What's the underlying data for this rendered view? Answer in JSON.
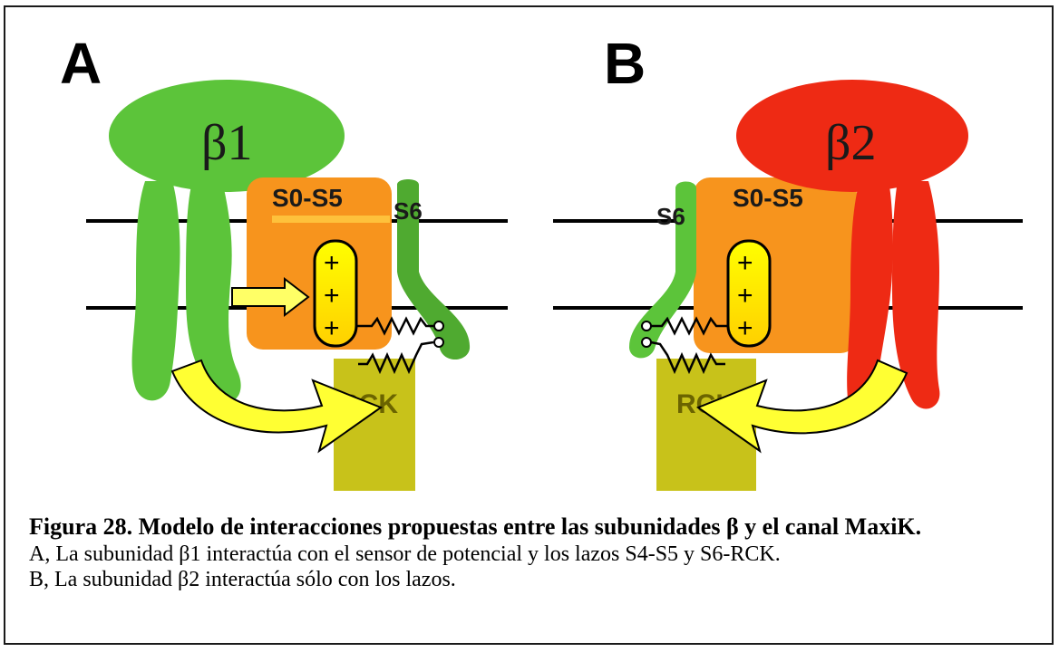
{
  "panels": [
    {
      "letter": "A",
      "beta_label": "β1",
      "s0s5_label": "S0-S5",
      "s6_label": "S6",
      "rck_label": "RCK",
      "charges": [
        "+",
        "+",
        "+"
      ],
      "colors": {
        "beta": "#5cc43a",
        "s6": "#4faa30",
        "domain": "#f7941d",
        "rck": "#c8c21a",
        "arrow": "#ffff33"
      }
    },
    {
      "letter": "B",
      "beta_label": "β2",
      "s0s5_label": "S0-S5",
      "s6_label": "S6",
      "rck_label": "RCK",
      "charges": [
        "+",
        "+",
        "+"
      ],
      "colors": {
        "beta": "#ee2a14",
        "s6": "#5cc43a",
        "domain": "#f7941d",
        "rck": "#c8c21a",
        "arrow": "#ffff33"
      }
    }
  ],
  "caption": {
    "title": "Figura 28. Modelo de interacciones propuestas entre las subunidades β y el canal MaxiK.",
    "line_a": "A, La subunidad β1 interactúa con el sensor de potencial y los lazos S4-S5 y S6-RCK.",
    "line_b": "B, La subunidad β2 interactúa sólo con los lazos."
  }
}
